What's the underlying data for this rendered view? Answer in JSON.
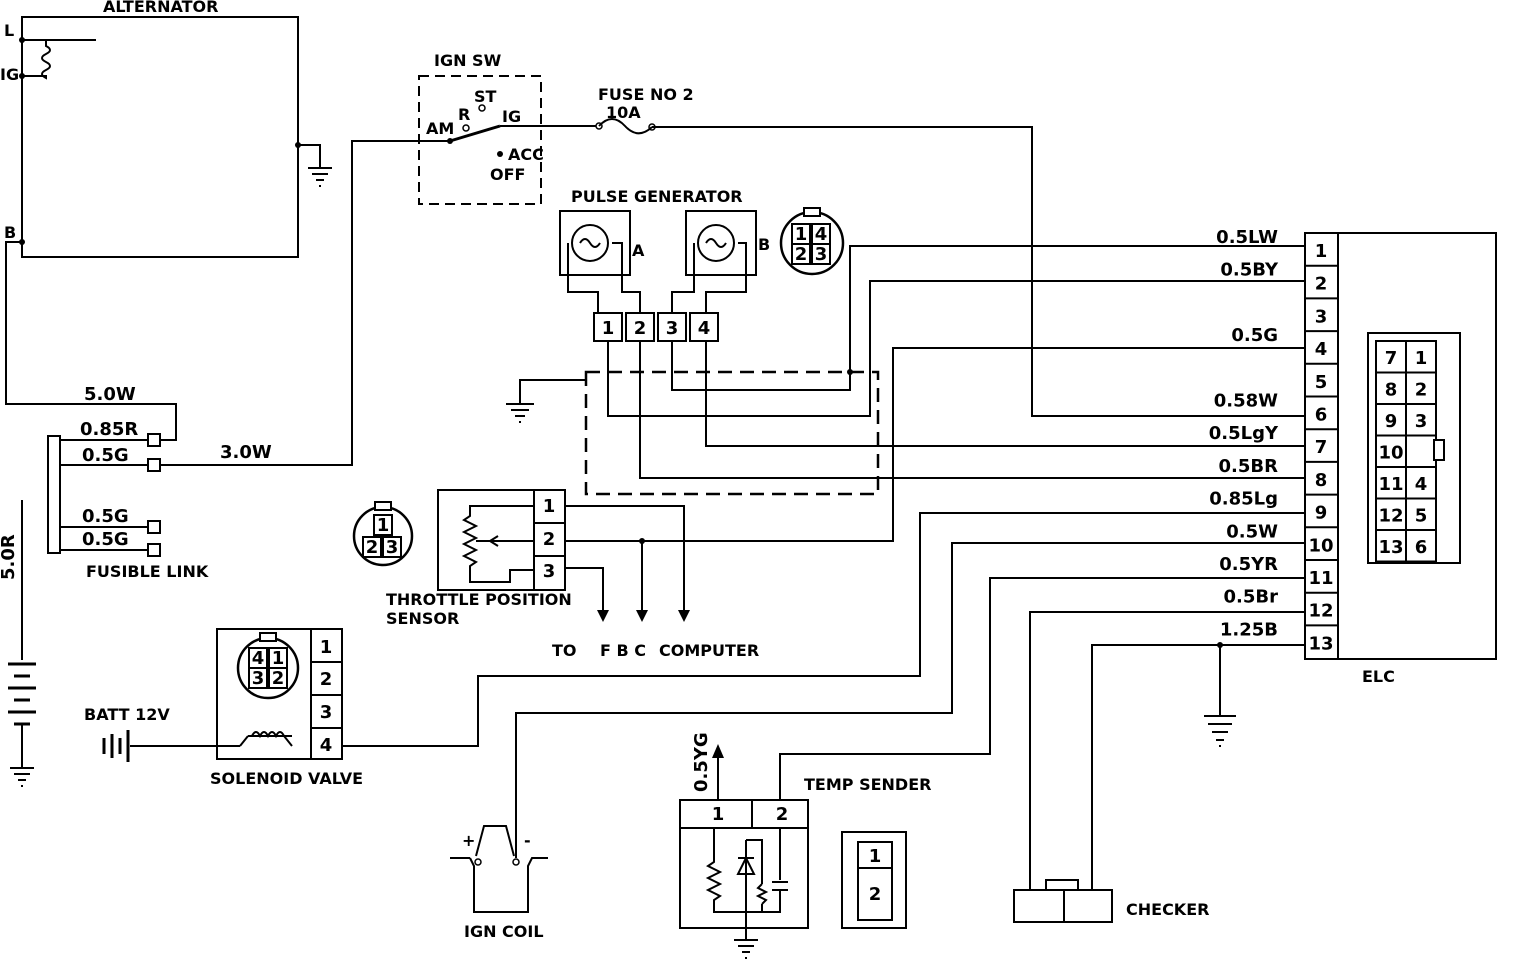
{
  "components": {
    "alternator": {
      "title": "ALTERNATOR",
      "term_l": "L",
      "term_ig": "IG",
      "term_b": "B"
    },
    "ign_sw": {
      "title": "IGN  SW",
      "st": "ST",
      "r": "R",
      "am": "AM",
      "ig": "IG",
      "acc": "ACC",
      "off": "OFF"
    },
    "fuse": {
      "title": "FUSE  NO  2",
      "rating": "10A"
    },
    "pulse_gen": {
      "title": "PULSE     GENERATOR",
      "a": "A",
      "b": "B"
    },
    "fusible_link": {
      "title": "FUSIBLE LINK"
    },
    "tps": {
      "title_line1": "THROTTLE POSITION",
      "title_line2": "SENSOR"
    },
    "fbc": {
      "to": "TO",
      "fbc": "F B C",
      "computer": "COMPUTER"
    },
    "solenoid": {
      "title": "SOLENOID VALVE"
    },
    "battery": {
      "title": "BATT 12V"
    },
    "ign_coil": {
      "title": "IGN COIL",
      "plus": "+",
      "minus": "-"
    },
    "temp_sender": {
      "title": "TEMP SENDER",
      "wire": "0.5YG"
    },
    "checker": {
      "title": "CHECKER"
    },
    "elc": {
      "title": "ELC"
    }
  },
  "wires": {
    "w_5_0w": "5.0W",
    "w_0_85r": "0.85R",
    "w_0_5g_a": "0.5G",
    "w_3_0w": "3.0W",
    "w_0_5g_b": "0.5G",
    "w_0_5g_c": "0.5G",
    "w_5_0r": "5.0R"
  },
  "elc_pins": [
    {
      "num": "1",
      "wire": "0.5LW"
    },
    {
      "num": "2",
      "wire": "0.5BY"
    },
    {
      "num": "3",
      "wire": ""
    },
    {
      "num": "4",
      "wire": "0.5G"
    },
    {
      "num": "5",
      "wire": ""
    },
    {
      "num": "6",
      "wire": "0.58W"
    },
    {
      "num": "7",
      "wire": "0.5LgY"
    },
    {
      "num": "8",
      "wire": "0.5BR"
    },
    {
      "num": "9",
      "wire": "0.85Lg"
    },
    {
      "num": "10",
      "wire": "0.5W"
    },
    {
      "num": "11",
      "wire": "0.5YR"
    },
    {
      "num": "12",
      "wire": "0.5Br"
    },
    {
      "num": "13",
      "wire": "1.25B"
    }
  ],
  "elc_connector": [
    [
      "7",
      "1"
    ],
    [
      "8",
      "2"
    ],
    [
      "9",
      "3"
    ],
    [
      "10",
      ""
    ],
    [
      "11",
      "4"
    ],
    [
      "12",
      "5"
    ],
    [
      "13",
      "6"
    ]
  ],
  "pins": {
    "pg": [
      "1",
      "2",
      "3",
      "4"
    ],
    "round1": [
      "1",
      "4",
      "2",
      "3"
    ],
    "tps": [
      "1",
      "2",
      "3"
    ],
    "tps_round": [
      "1",
      "2",
      "3"
    ],
    "sol": [
      "1",
      "2",
      "3",
      "4"
    ],
    "sol_round": [
      "4",
      "1",
      "3",
      "2"
    ],
    "temp": [
      "1",
      "2"
    ],
    "temp2": [
      "1",
      "2"
    ]
  }
}
